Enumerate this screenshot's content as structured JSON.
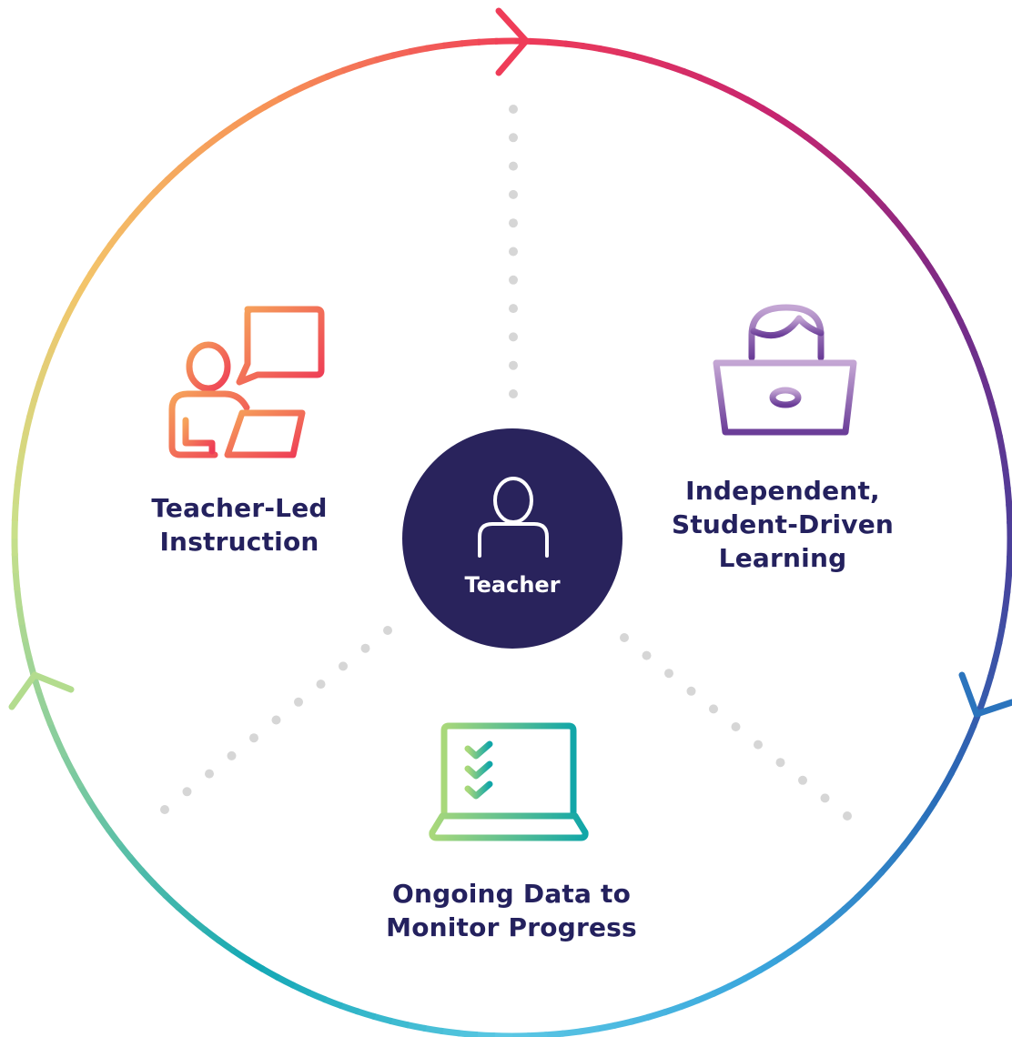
{
  "center": {
    "label": "Teacher",
    "icon": "person-icon",
    "fill": "#29235c"
  },
  "segments": [
    {
      "id": "teacher-led",
      "lines": [
        "Teacher-Led",
        "Instruction"
      ],
      "icon": "teacher-laptop-speech-icon",
      "colors": [
        "#f4a259",
        "#ef3c58"
      ]
    },
    {
      "id": "independent",
      "lines": [
        "Independent,",
        "Student-Driven",
        "Learning"
      ],
      "icon": "student-laptop-icon",
      "colors": [
        "#c8a8d6",
        "#6a3d9a"
      ]
    },
    {
      "id": "ongoing-data",
      "lines": [
        "Ongoing Data to",
        "Monitor Progress"
      ],
      "icon": "laptop-checklist-icon",
      "colors": [
        "#a8d878",
        "#12a8a8"
      ]
    }
  ],
  "cycle_colors": [
    "#ef3c58",
    "#c7256f",
    "#7a2a86",
    "#4a3f9a",
    "#2a6cb8",
    "#3aa7dd",
    "#5cc8e4",
    "#14a8b5",
    "#7ccaa0",
    "#c9e08a",
    "#f3c46a",
    "#f79256"
  ],
  "label_color": "#24215e",
  "divider_color": "#d6d6d6"
}
